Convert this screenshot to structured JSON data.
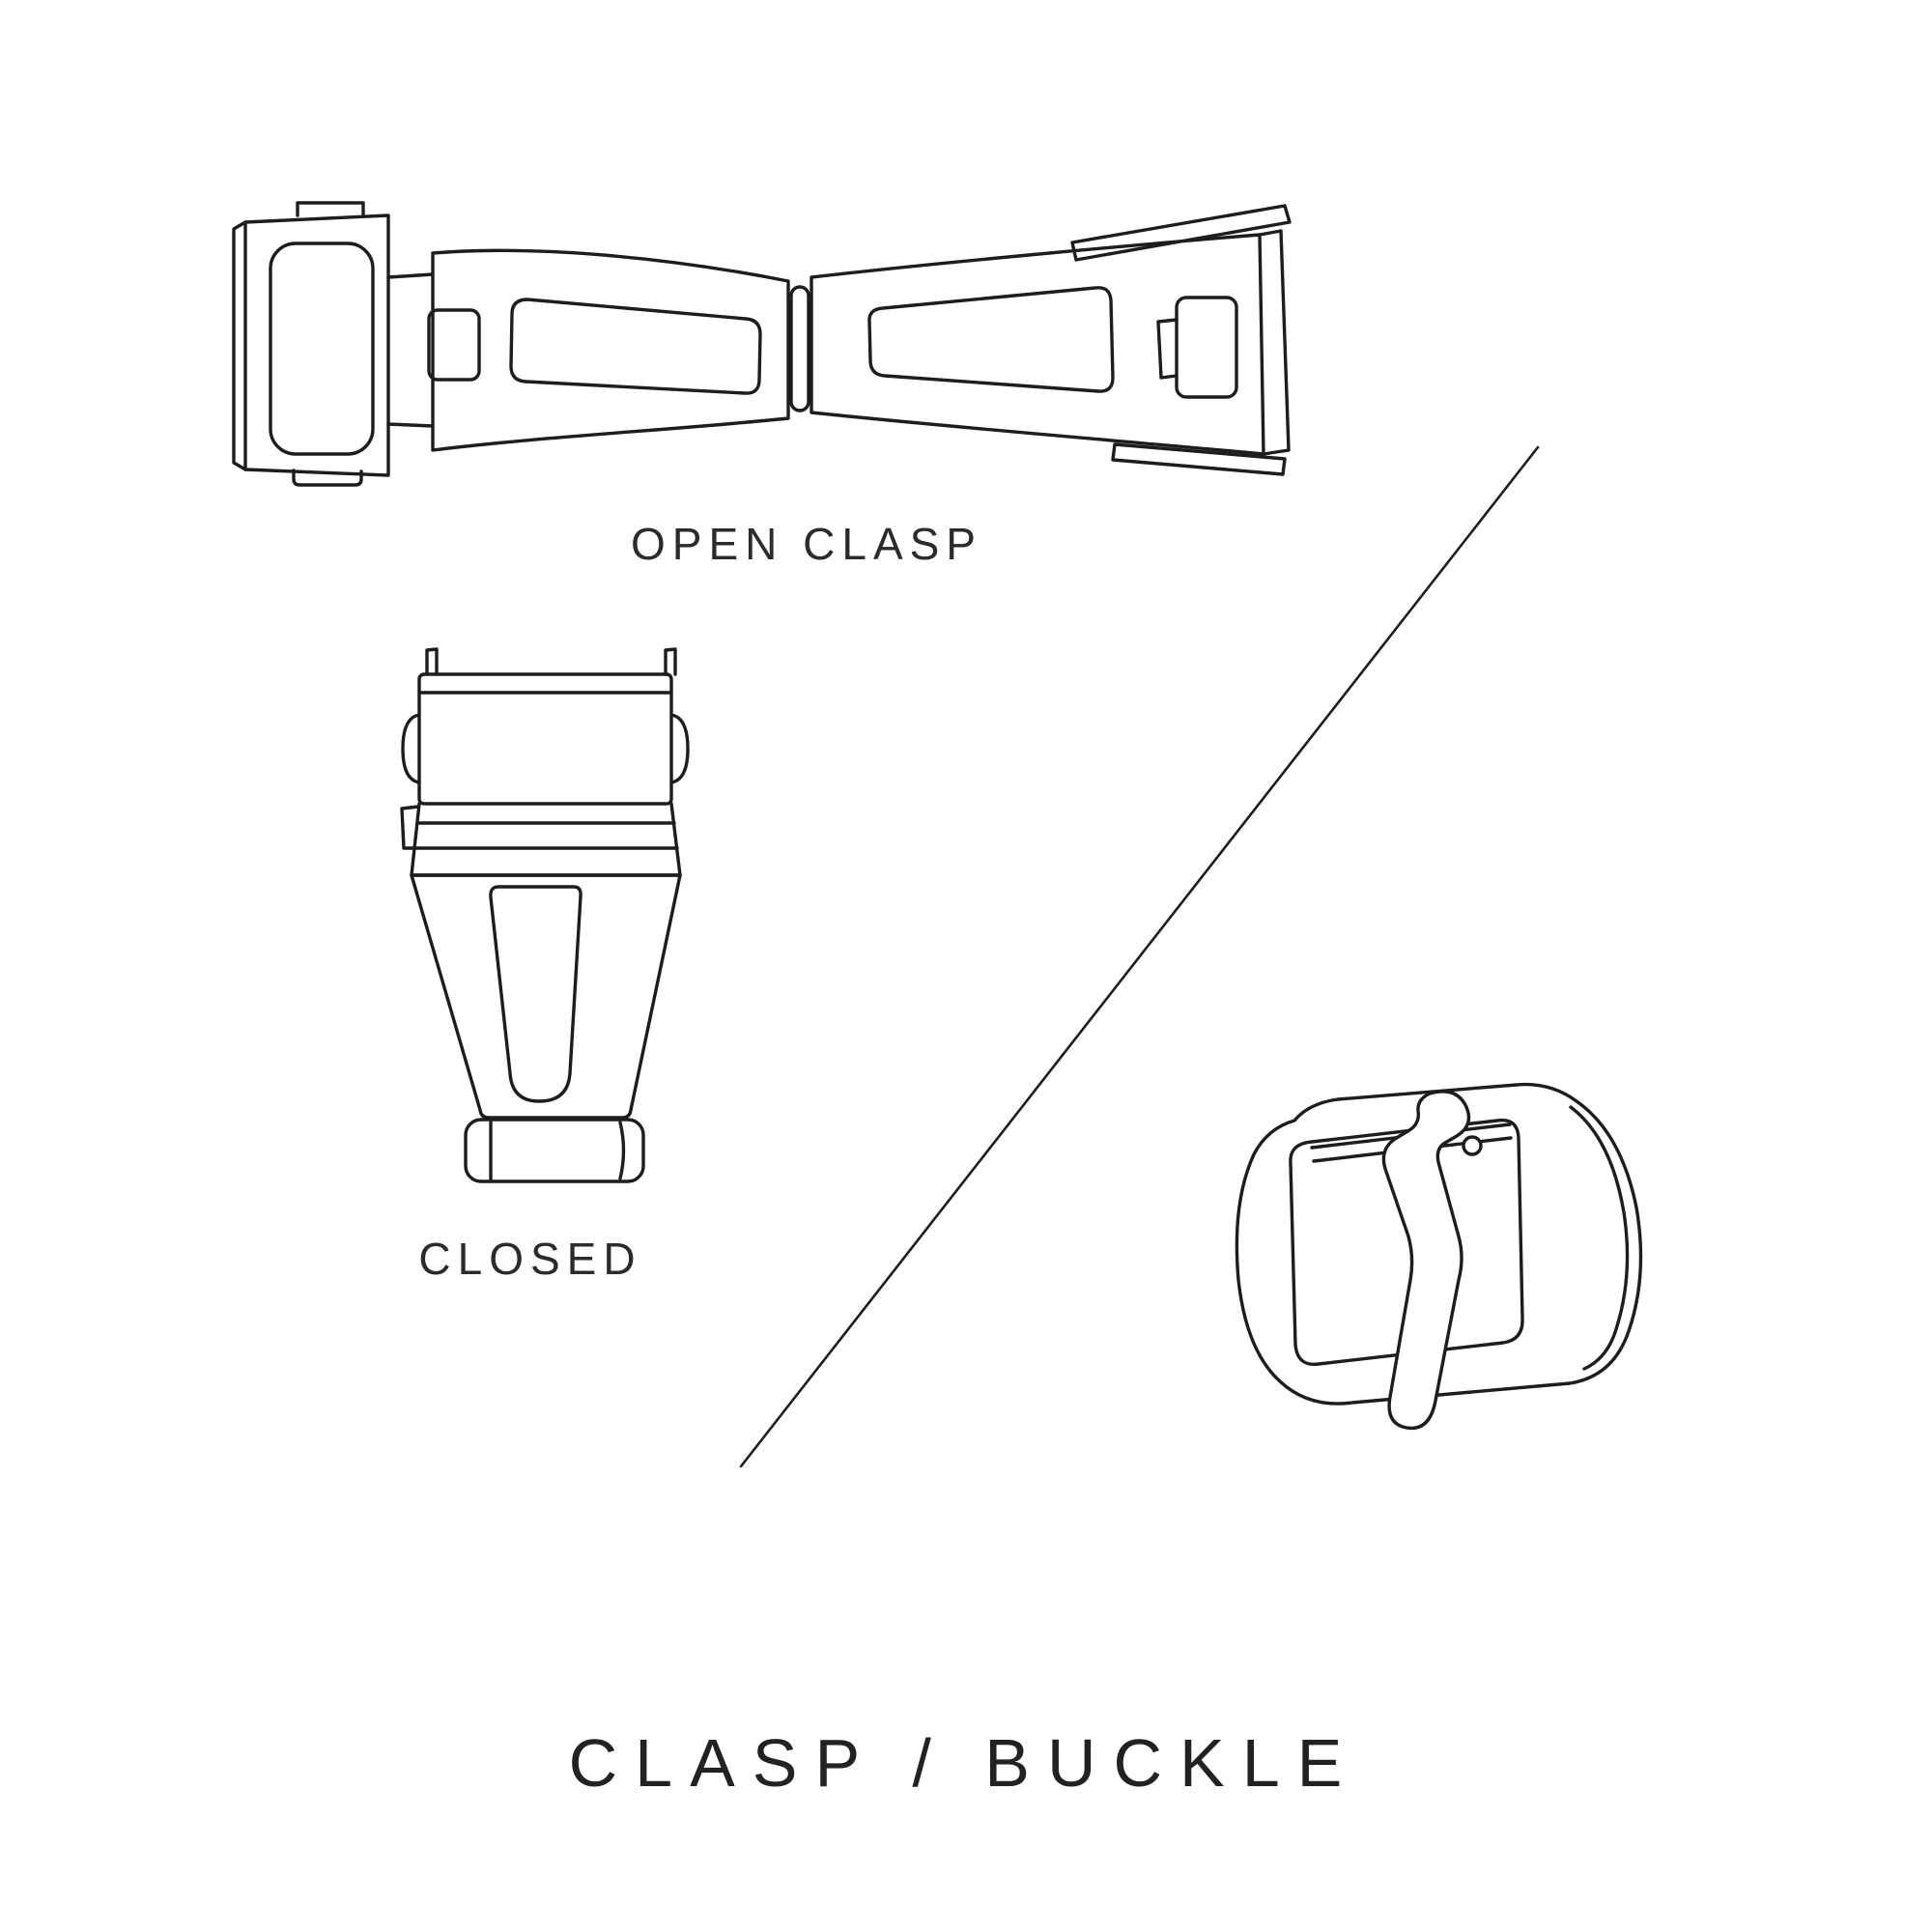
{
  "page": {
    "background_color": "#ffffff",
    "line_color": "#1d1d1d",
    "text_color": "#2b2b2b",
    "title": "CLASP / BUCKLE"
  },
  "labels": {
    "open_clasp": "OPEN CLASP",
    "closed": "CLOSED"
  },
  "illustrations": {
    "open_clasp": {
      "name": "open-clasp-illustration"
    },
    "closed_clasp": {
      "name": "closed-clasp-illustration"
    },
    "buckle": {
      "name": "tang-buckle-illustration"
    },
    "divider": {
      "name": "diagonal-divider-line"
    }
  }
}
